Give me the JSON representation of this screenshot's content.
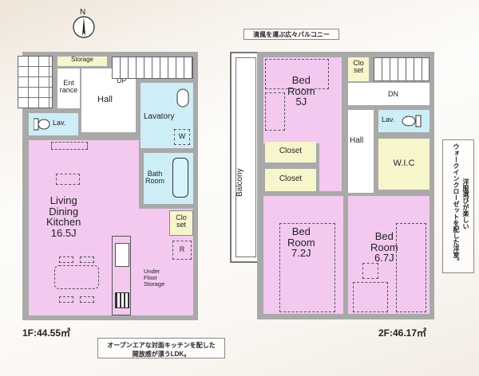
{
  "compass": {
    "label": "N"
  },
  "floor1": {
    "area_label": "1F:44.55㎡",
    "rooms": {
      "storage": "Storage",
      "entrance": "Ent\nrance",
      "entrance_line1": "Ent",
      "entrance_line2": "rance",
      "up": "UP",
      "hall": "Hall",
      "lavatory": "Lavatory",
      "lav": "Lav.",
      "washer": "W",
      "bath_line1": "Bath",
      "bath_line2": "Room",
      "ldk_line1": "Living",
      "ldk_line2": "Dining",
      "ldk_line3": "Kitchen",
      "ldk_size": "16.5J",
      "closet_line1": "Clo",
      "closet_line2": "set",
      "fridge": "R",
      "underfloor_line1": "Under",
      "underfloor_line2": "Floor",
      "underfloor_line3": "Storage"
    },
    "callout_line1": "オープンエアな対面キッチンを配した",
    "callout_line2": "開放感が漂うLDK。"
  },
  "floor2": {
    "area_label": "2F:46.17㎡",
    "top_callout": "清風を運ぶ広々バルコニー",
    "side_callout_col1": "洋服選びが楽しい",
    "side_callout_col2": "ウォークインクローゼットを配した洋室。",
    "rooms": {
      "balcony": "Balcony",
      "bed5_line1": "Bed",
      "bed5_line2": "Room",
      "bed5_size": "5J",
      "closet_top_line1": "Clo",
      "closet_top_line2": "set",
      "dn": "DN",
      "lav": "Lav.",
      "hall": "Hall",
      "closet_a": "Closet",
      "closet_b": "Closet",
      "wic": "W.I.C",
      "bed72_line1": "Bed",
      "bed72_line2": "Room",
      "bed72_size": "7.2J",
      "bed67_line1": "Bed",
      "bed67_line2": "Room",
      "bed67_size": "6.7J"
    }
  },
  "colors": {
    "wall": "#a9a9a9",
    "living": "#f3c9f0",
    "wet": "#cdeef6",
    "storage": "#f7f5cc"
  }
}
